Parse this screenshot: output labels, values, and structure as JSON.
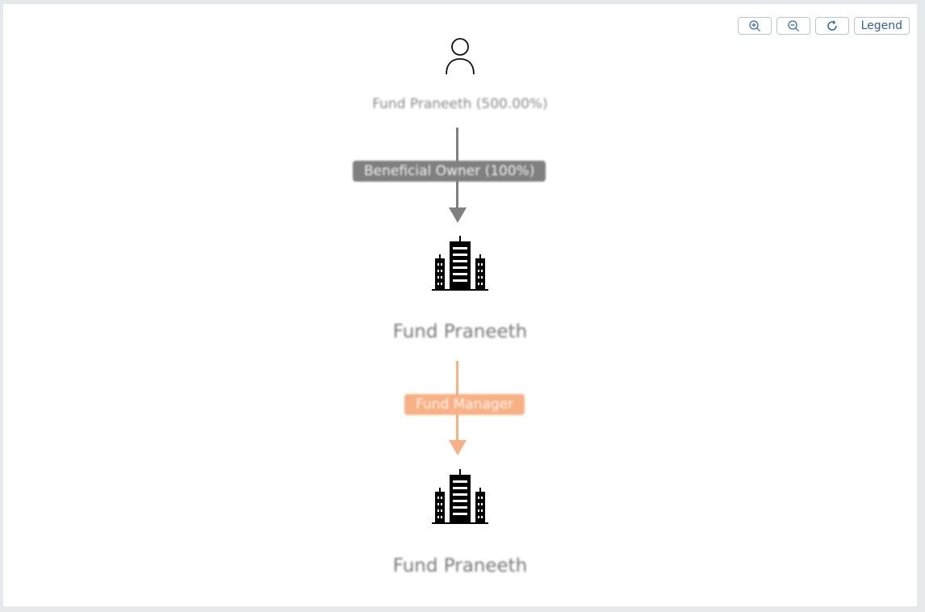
{
  "toolbar": {
    "zoom_in_icon": "zoom-in-icon",
    "zoom_out_icon": "zoom-out-icon",
    "reset_icon": "refresh-icon",
    "legend_label": "Legend"
  },
  "nodes": [
    {
      "icon": "person-icon",
      "label": "Fund Praneeth (500.00%)"
    },
    {
      "icon": "building-icon",
      "label": "Fund Praneeth"
    },
    {
      "icon": "building-icon",
      "label": "Fund Praneeth"
    }
  ],
  "edges": [
    {
      "label": "Beneficial Owner (100%)",
      "color": "#808080",
      "label_text_color": "#f2f2f2"
    },
    {
      "label": "Fund Manager",
      "color": "#f7b185",
      "label_text_color": "#fff4ec"
    }
  ]
}
